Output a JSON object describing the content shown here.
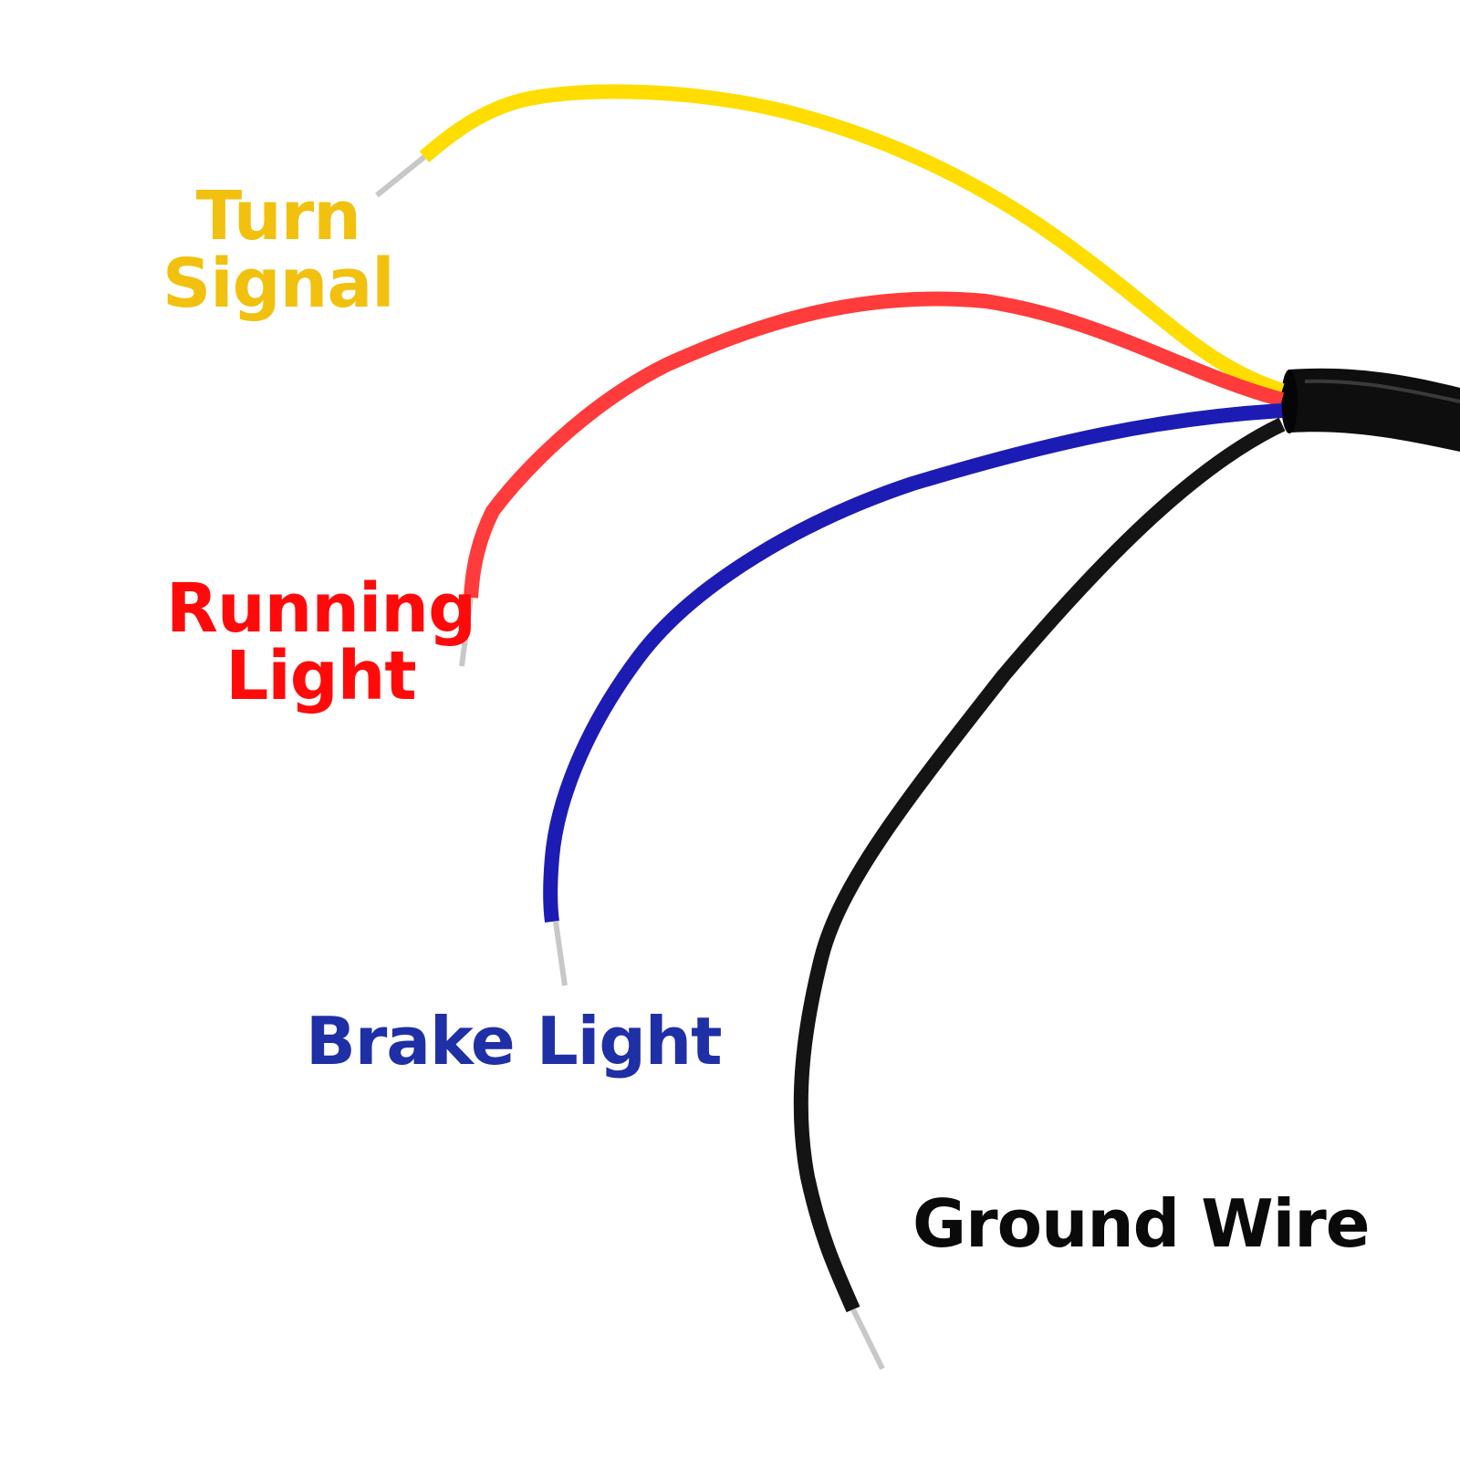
{
  "labels": {
    "turn_signal": {
      "line1": "Turn",
      "line2": "Signal",
      "color": "#F2C10F"
    },
    "running_light": {
      "line1": "Running",
      "line2": "Light",
      "color": "#FF0A0A"
    },
    "brake_light": {
      "text": "Brake Light",
      "color": "#1F2FA6"
    },
    "ground_wire": {
      "text": "Ground Wire",
      "color": "#0A0A0A"
    }
  },
  "colors": {
    "yellow_wire": "#FFDD00",
    "red_wire": "#FF3B3B",
    "blue_wire": "#1C1CB4",
    "black_wire": "#141414",
    "cable_jacket": "#0E0E0E",
    "bare_conductor": "#C8C8C8"
  }
}
